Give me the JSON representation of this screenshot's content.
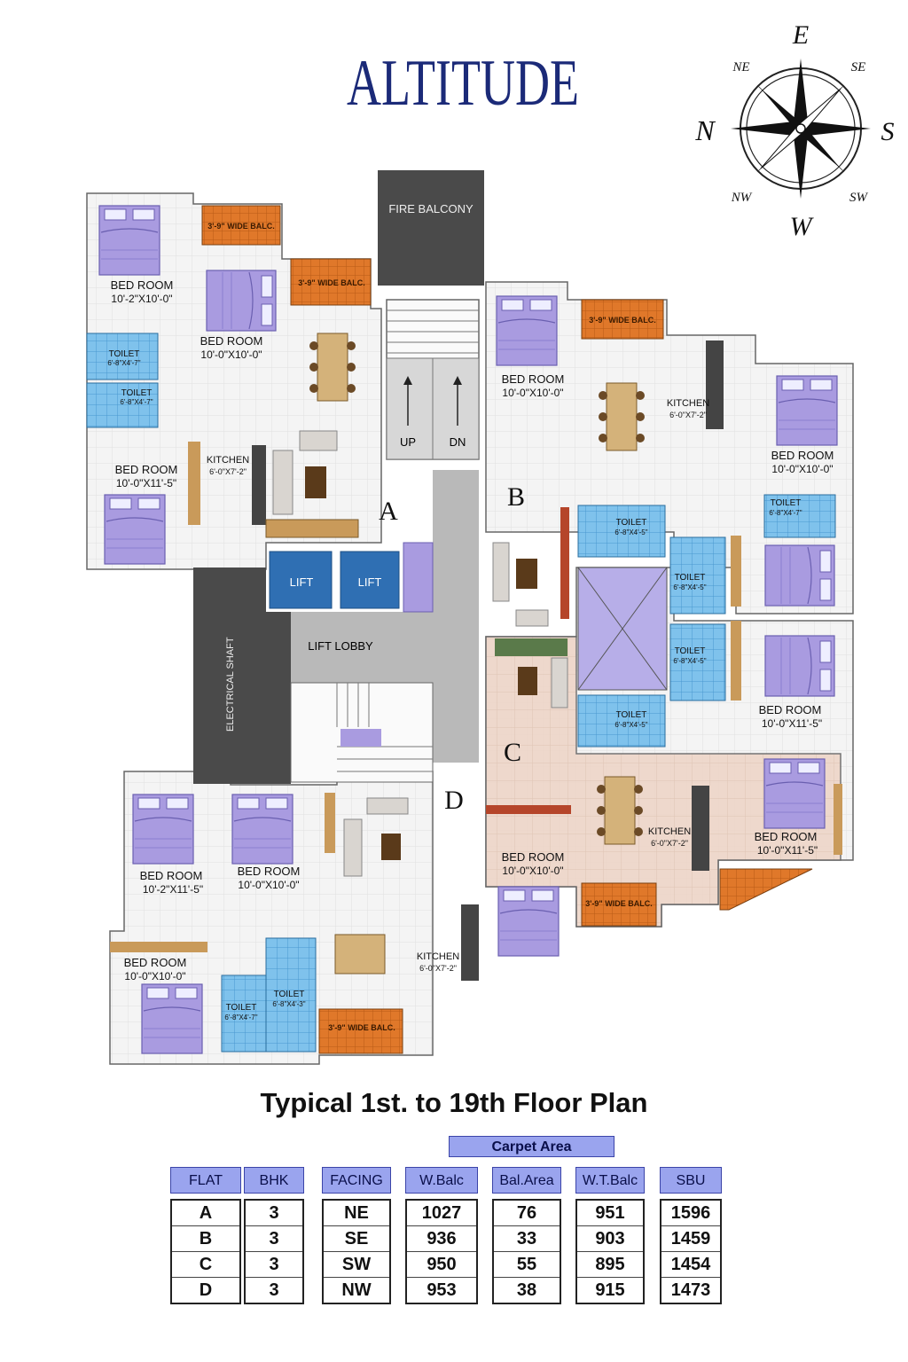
{
  "brand": {
    "title": "ALTITUDE",
    "accent": "#1b2a78"
  },
  "compass": {
    "e": "E",
    "w": "W",
    "n": "N",
    "s": "S",
    "ne": "NE",
    "se": "SE",
    "nw": "NW",
    "sw": "SW"
  },
  "plan": {
    "fire_balcony": "FIRE BALCONY",
    "up": "UP",
    "dn": "DN",
    "lift": "LIFT",
    "lift_lobby": "LIFT LOBBY",
    "electrical_shaft": "ELECTRICAL SHAFT",
    "flat_letters": [
      "A",
      "B",
      "C",
      "D"
    ],
    "rooms": {
      "a_bed1": [
        "BED ROOM",
        "10'-2\"X10'-0\""
      ],
      "a_bed2": [
        "BED ROOM",
        "10'-0\"X10'-0\""
      ],
      "a_bed3": [
        "BED ROOM",
        "10'-0\"X11'-5\""
      ],
      "a_toilet1": [
        "TOILET",
        "6'-8\"X4'-7\""
      ],
      "a_toilet2": [
        "TOILET",
        "6'-8\"X4'-7\""
      ],
      "a_kitchen": [
        "KITCHEN",
        "6'-0\"X7'-2\""
      ],
      "a_balc1": "3'-9\" WIDE BALC.",
      "a_balc2": "3'-9\" WIDE BALC.",
      "b_bed1": [
        "BED ROOM",
        "10'-0\"X10'-0\""
      ],
      "b_bed2": [
        "BED ROOM",
        "10'-0\"X10'-0\""
      ],
      "b_kitchen": [
        "KITCHEN",
        "6'-0\"X7'-2\""
      ],
      "b_toilet1": [
        "TOILET",
        "6'-8\"X4'-5\""
      ],
      "b_toilet2": [
        "TOILET",
        "6'-8\"X4'-7\""
      ],
      "b_toilet3": [
        "TOILET",
        "6'-8\"X4'-5\""
      ],
      "b_balc": "3'-9\" WIDE BALC.",
      "c_toilet1": [
        "TOILET",
        "6'-8\"X4'-5\""
      ],
      "c_toilet2": [
        "TOILET",
        "6'-8\"X4'-5\""
      ],
      "c_bed1": [
        "BED ROOM",
        "10'-0\"X11'-5\""
      ],
      "c_bed2": [
        "BED ROOM",
        "10'-0\"X11'-5\""
      ],
      "c_bed3": [
        "BED ROOM",
        "10'-0\"X10'-0\""
      ],
      "c_kitchen": [
        "KITCHEN",
        "6'-0\"X7'-2\""
      ],
      "c_balc": "3'-9\" WIDE BALC.",
      "d_bed1": [
        "BED ROOM",
        "10'-2\"X11'-5\""
      ],
      "d_bed2": [
        "BED ROOM",
        "10'-0\"X10'-0\""
      ],
      "d_bed3": [
        "BED ROOM",
        "10'-0\"X10'-0\""
      ],
      "d_toilet1": [
        "TOILET",
        "6'-8\"X4'-7\""
      ],
      "d_toilet2": [
        "TOILET",
        "6'-8\"X4'-3\""
      ],
      "d_kitchen": [
        "KITCHEN",
        "6'-0\"X7'-2\""
      ],
      "d_balc": "3'-9\" WIDE BALC."
    }
  },
  "floor_title": "Typical 1st. to 19th Floor Plan",
  "carpet_area_label": "Carpet Area",
  "table": {
    "headers": [
      "FLAT",
      "BHK",
      "FACING",
      "W.Balc",
      "Bal.Area",
      "W.T.Balc",
      "SBU"
    ],
    "rows": [
      [
        "A",
        "3",
        "NE",
        "1027",
        "76",
        "951",
        "1596"
      ],
      [
        "B",
        "3",
        "SE",
        "936",
        "33",
        "903",
        "1459"
      ],
      [
        "C",
        "3",
        "SW",
        "950",
        "55",
        "895",
        "1454"
      ],
      [
        "D",
        "3",
        "NW",
        "953",
        "38",
        "915",
        "1473"
      ]
    ]
  }
}
